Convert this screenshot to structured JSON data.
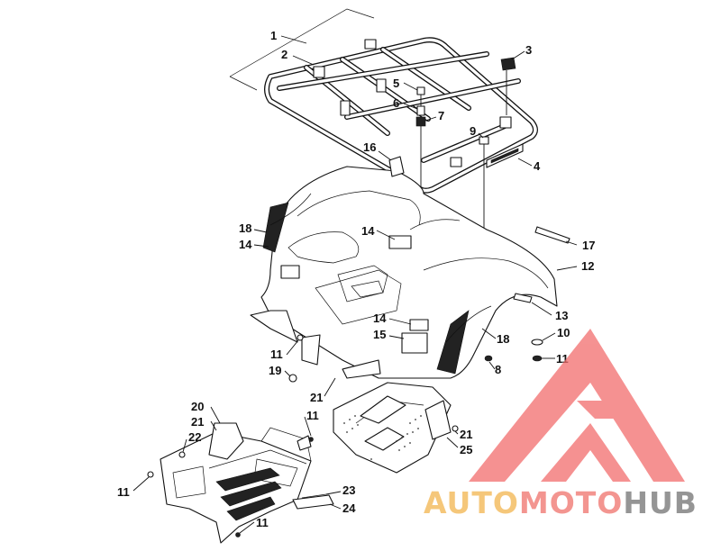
{
  "callouts": [
    {
      "id": "c1",
      "label": "1"
    },
    {
      "id": "c2",
      "label": "2"
    },
    {
      "id": "c3",
      "label": "3"
    },
    {
      "id": "c4",
      "label": "4"
    },
    {
      "id": "c5",
      "label": "5"
    },
    {
      "id": "c6",
      "label": "6"
    },
    {
      "id": "c7",
      "label": "7"
    },
    {
      "id": "c8",
      "label": "8"
    },
    {
      "id": "c9",
      "label": "9"
    },
    {
      "id": "c10",
      "label": "10"
    },
    {
      "id": "c11a",
      "label": "11"
    },
    {
      "id": "c11b",
      "label": "11"
    },
    {
      "id": "c11c",
      "label": "11"
    },
    {
      "id": "c11d",
      "label": "11"
    },
    {
      "id": "c11e",
      "label": "11"
    },
    {
      "id": "c12",
      "label": "12"
    },
    {
      "id": "c13",
      "label": "13"
    },
    {
      "id": "c14a",
      "label": "14"
    },
    {
      "id": "c14b",
      "label": "14"
    },
    {
      "id": "c14c",
      "label": "14"
    },
    {
      "id": "c15",
      "label": "15"
    },
    {
      "id": "c16",
      "label": "16"
    },
    {
      "id": "c17",
      "label": "17"
    },
    {
      "id": "c18a",
      "label": "18"
    },
    {
      "id": "c18b",
      "label": "18"
    },
    {
      "id": "c19",
      "label": "19"
    },
    {
      "id": "c20",
      "label": "20"
    },
    {
      "id": "c21a",
      "label": "21"
    },
    {
      "id": "c21b",
      "label": "21"
    },
    {
      "id": "c21c",
      "label": "21"
    },
    {
      "id": "c22",
      "label": "22"
    },
    {
      "id": "c23",
      "label": "23"
    },
    {
      "id": "c24",
      "label": "24"
    },
    {
      "id": "c25",
      "label": "25"
    }
  ],
  "watermark": {
    "part1": "AUTO",
    "part2": "MOTO",
    "part3": "HUB",
    "colors": {
      "auto": "#f5c16c",
      "moto": "#f28a85",
      "hub": "#8a8a8a",
      "triangle": "#f26d6d"
    }
  }
}
